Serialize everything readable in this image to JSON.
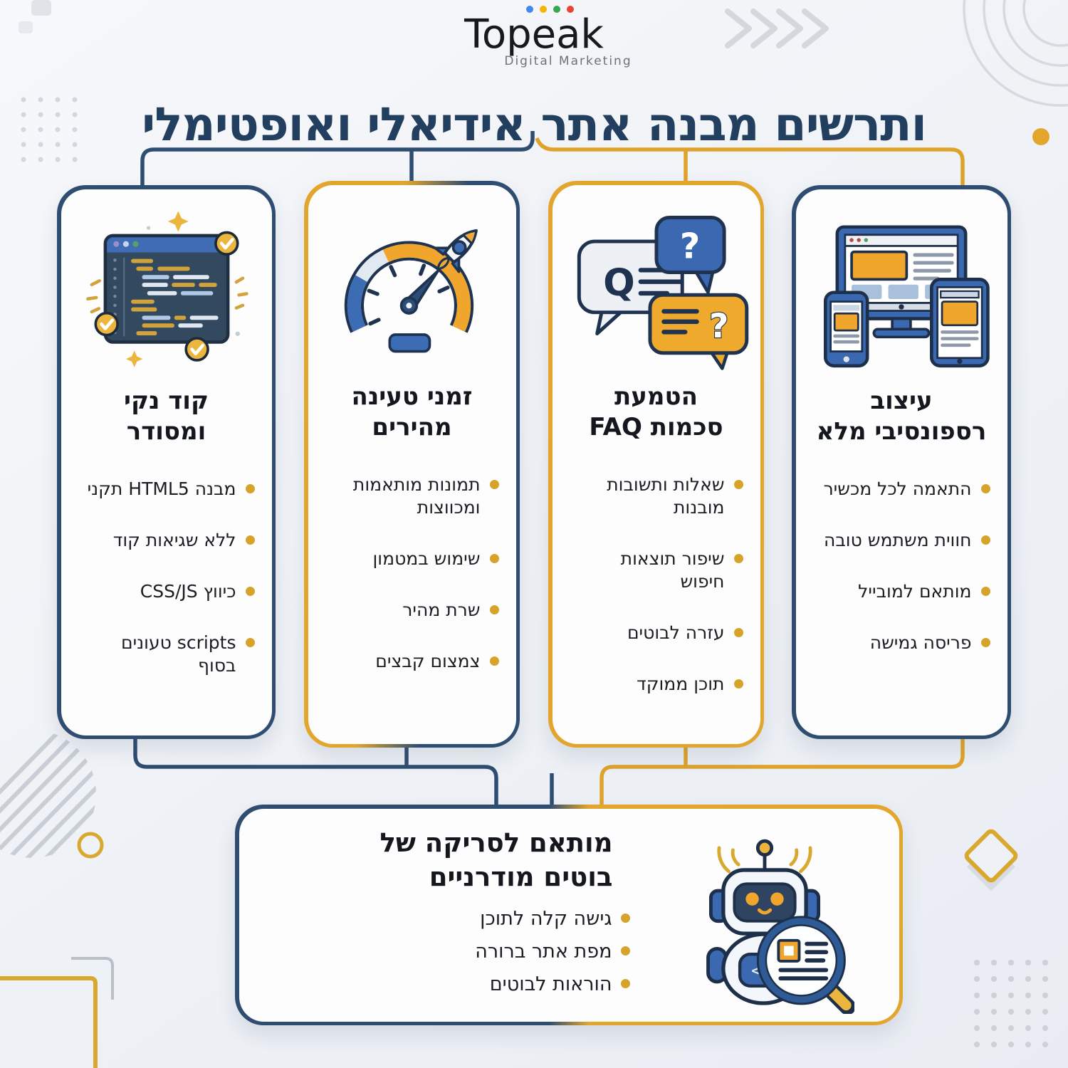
{
  "logo": {
    "name": "Topeak",
    "subtitle": "Digital Marketing",
    "dot_colors": [
      "#4285f4",
      "#f4b400",
      "#34a853",
      "#ea4335"
    ]
  },
  "title": "ותרשים מבנה אתר אידיאלי ואופטימלי",
  "cards": [
    {
      "id": "responsive-design",
      "icon": "responsive-devices-icon",
      "title_lines": [
        "עיצוב",
        "רספונסיבי מלא"
      ],
      "items": [
        "התאמה לכל מכשיר",
        "חווית משתמש טובה",
        "מותאם למובייל",
        "פריסה גמישה"
      ]
    },
    {
      "id": "faq-schema",
      "icon": "faq-chat-bubbles-icon",
      "title_lines": [
        "הטמעת",
        "סכמות FAQ"
      ],
      "items": [
        "שאלות ותשובות מובנות",
        "שיפור תוצאות חיפוש",
        "עזרה לבוטים",
        "תוכן ממוקד"
      ],
      "icon_text": {
        "q": "Q",
        "question": "?"
      }
    },
    {
      "id": "fast-loading",
      "icon": "speedometer-rocket-icon",
      "title_lines": [
        "זמני טעינה",
        "מהירים"
      ],
      "items": [
        "תמונות מותאמות ומכווצות",
        "שימוש במטמון",
        "שרת מהיר",
        "צמצום קבצים"
      ]
    },
    {
      "id": "clean-code",
      "icon": "clean-code-window-icon",
      "title_lines": [
        "קוד נקי",
        "ומסודר"
      ],
      "items": [
        "מבנה HTML5 תקני",
        "ללא שגיאות קוד",
        "כיווץ CSS/JS",
        "scripts טעונים בסוף"
      ]
    }
  ],
  "bottom_card": {
    "icon": "robot-scanner-icon",
    "title_lines": [
      "מותאם לסריקה של",
      "בוטים מודרניים"
    ],
    "items": [
      "גישה קלה לתוכן",
      "מפת אתר ברורה",
      "הוראות לבוטים"
    ],
    "robot_chest_label": "</>"
  },
  "colors": {
    "navy": "#2e4d71",
    "gold": "#e2a62e",
    "title_navy": "#223f60",
    "bullet_dot": "#d7a229",
    "card_background": "#fdfdfe",
    "page_background": "#eff2f6"
  }
}
